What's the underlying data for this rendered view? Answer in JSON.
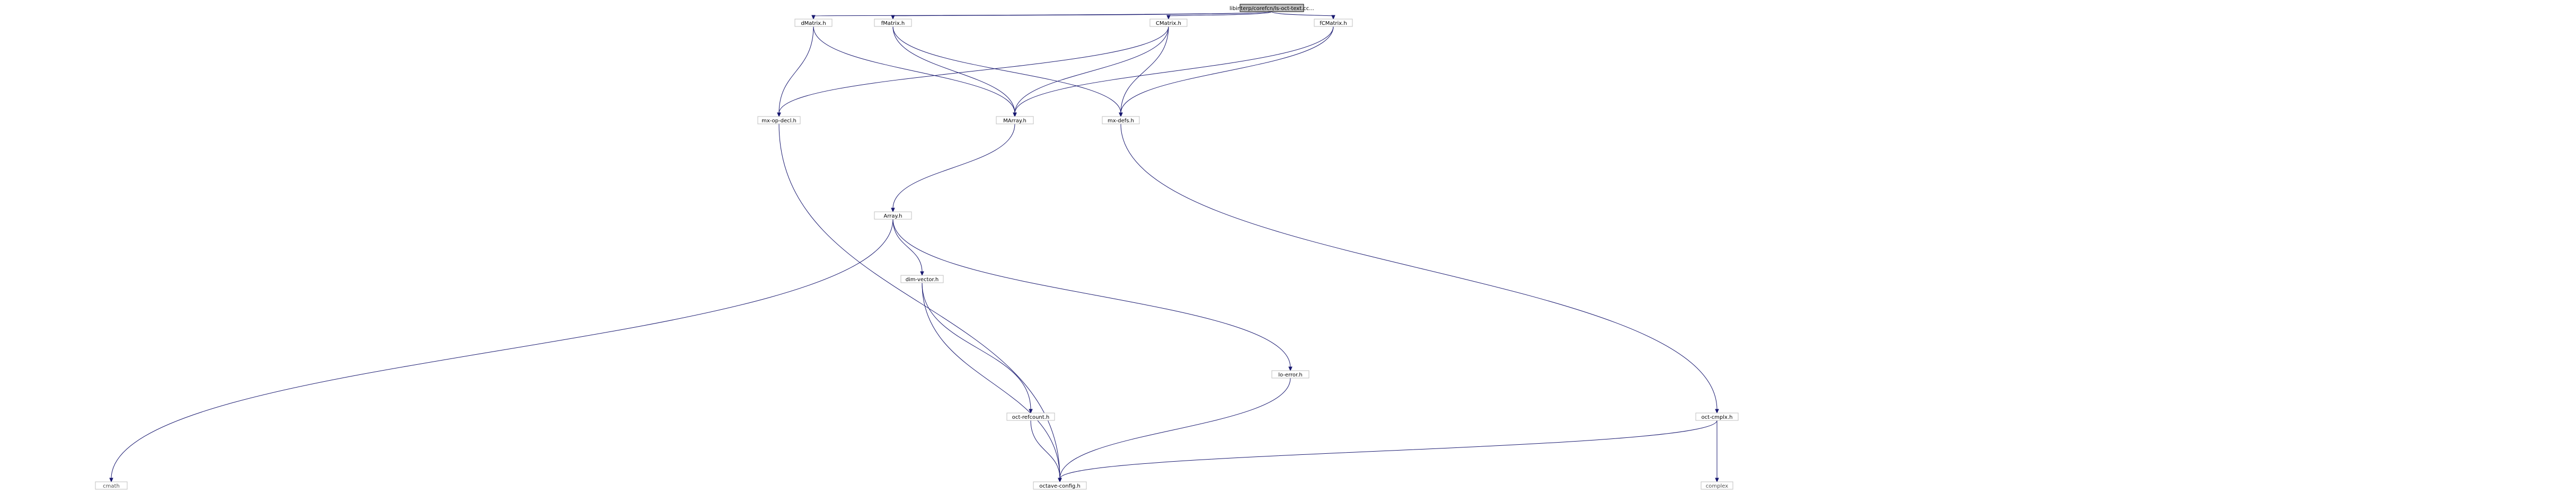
{
  "graph": {
    "title": "",
    "nodes": [
      {
        "id": "root",
        "label": "libinterp/corefcn/ls-oct-text.cc... ",
        "root": true
      },
      {
        "id": "n_cmatrix",
        "label": "CMatrix.h"
      },
      {
        "id": "n_fcmatrix",
        "label": "fCMatrix.h"
      },
      {
        "id": "n_dmatrix",
        "label": "dMatrix.h"
      },
      {
        "id": "n_fmatrix",
        "label": "fMatrix.h"
      },
      {
        "id": "n_mx_defs",
        "label": "mx-defs.h"
      },
      {
        "id": "n_mx_op_decl",
        "label": "mx-op-decl.h"
      },
      {
        "id": "n_marray",
        "label": "MArray.h"
      },
      {
        "id": "n_array",
        "label": "Array.h"
      },
      {
        "id": "n_dim_vector",
        "label": "dim-vector.h"
      },
      {
        "id": "n_oct_cmplx",
        "label": "oct-cmplx.h"
      },
      {
        "id": "n_octave_config",
        "label": "octave-config.h"
      },
      {
        "id": "n_lo_error",
        "label": "lo-error.h"
      },
      {
        "id": "n_oct_refcount",
        "label": "oct-refcount.h"
      },
      {
        "id": "n_cmath",
        "label": "cmath",
        "leaf": true
      },
      {
        "id": "n_complex",
        "label": "complex",
        "leaf": true
      }
    ]
  }
}
